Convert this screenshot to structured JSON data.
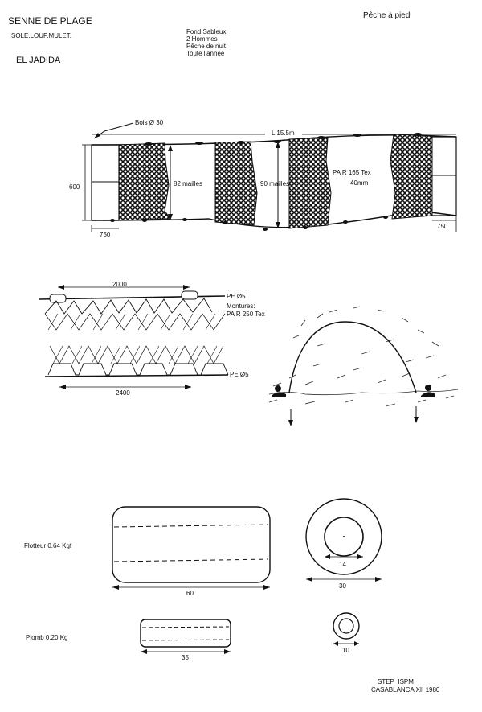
{
  "header": {
    "title": "SENNE DE PLAGE",
    "species": "SOLE.LOUP.MULET.",
    "location": "EL JADIDA",
    "conditions": [
      "Fond Sableux",
      "2 Hommes",
      "Pêche de nuit",
      "Toute l'année"
    ],
    "method": "Pêche à pied"
  },
  "net": {
    "headrope_length": "L 15.5m",
    "float_label": "Bois Ø 30",
    "height": "600",
    "wing_left": "750",
    "wing_right": "750",
    "meshes_a": "82 mailles",
    "meshes_b": "90 mailles",
    "material": "PA R 165 Tex",
    "mesh_size": "40mm"
  },
  "rigging": {
    "top_spacing": "2000",
    "top_rope": "PE Ø5",
    "mounting_label": "Montures:",
    "mounting_material": "PA R 250 Tex",
    "bottom_spacing": "2400",
    "bottom_rope": "PE Ø5"
  },
  "float": {
    "label": "Flotteur 0.64 Kgf",
    "length": "60",
    "inner_diameter": "14",
    "outer_diameter": "30"
  },
  "sinker": {
    "label": "Plomb 0.20 Kg",
    "length": "35",
    "diameter": "10"
  },
  "footer": {
    "org": "STEP_ISPM",
    "place_date": "CASABLANCA XII 1980"
  },
  "colors": {
    "ink": "#111111",
    "paper": "#ffffff"
  }
}
